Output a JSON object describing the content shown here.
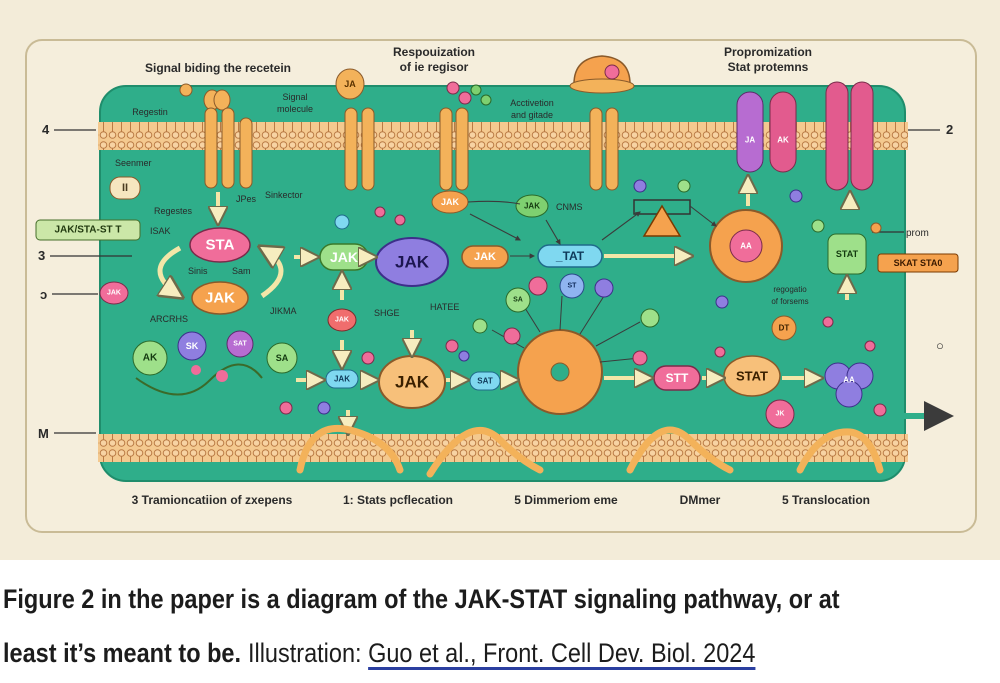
{
  "diagram": {
    "top_labels": {
      "signal_binding": "Signal biding the recetein",
      "respro_line1": "Respouization",
      "respro_line2": "of ie regisor",
      "propro_line1": "Propromization",
      "propro_line2": "Stat protemns",
      "regestin": "Regestin",
      "signal_line1": "Signal",
      "signal_line2": "molecule",
      "acctivation_line1": "Acctivetion",
      "acctivation_line2": "and gitade"
    },
    "side_markers": {
      "left_4": "4",
      "left_3": "3",
      "left_5": "ɔ",
      "left_m": "M",
      "right_2": "2",
      "right_circle": "○"
    },
    "left_labels": {
      "seenmer": "Seenmer",
      "ii": "II",
      "regestes": "Regestes",
      "jak_sta_box": "JAK/STA-ST T",
      "isak": "ISAK",
      "jak_small": "JAK",
      "arcrhs": "ARCRHS",
      "jpes": "JPes",
      "sinkector": "Sinkector",
      "sinis": "Sinis",
      "sam": "Sam",
      "jikma": "JIKMA"
    },
    "nodes": {
      "sta": "STA",
      "jak1": "JAK",
      "jak_pill": "JAK",
      "jak_big": "JAK",
      "jak_orange": "JAK",
      "jak_top": "JAK",
      "jak_green": "JAK",
      "tat": "_TAT",
      "jak_bottom": "JAK",
      "jak_small_mid": "JAK",
      "sat_small": "SAT",
      "stt": "STT",
      "stat": "STAT",
      "ak": "AK",
      "sk": "SK",
      "sat_purple": "SAT",
      "sa": "SA",
      "jak_red_small": "JAK",
      "jak_green_top": "JAK",
      "sa_cluster": "SA",
      "st": "ST",
      "dt": "DT",
      "stat_right": "STAT",
      "aa": "AA",
      "jk": "JK",
      "aa_bottom": "AA"
    },
    "mid_labels": {
      "cnms": "CNMS",
      "shge": "SHGE",
      "hatee": "HATEE",
      "regogatio": "regogatio",
      "of_forsems": "of forsems"
    },
    "right_labels": {
      "prom": "prom",
      "skat_stao": "SKAT STA0"
    },
    "bottom_labels": {
      "step1": "3  Tramioncatiion of zxepens",
      "step2": "1: Stats pcflecation",
      "step3": "5 Dimmeriom eme",
      "step4": "DMmer",
      "step5": "5 Translocation"
    },
    "colors": {
      "page_bg": "#f3ecd9",
      "cell_green": "#2fae8a",
      "membrane": "#f4c98f",
      "membrane_line": "#b97a44",
      "receptor_orange": "#f3b25a",
      "receptor_pink": "#e25b8e",
      "receptor_purple": "#b76cd1",
      "jak_purple": "#8f7ee0",
      "jak_orange": "#f5a24e",
      "jak_green": "#7ed070",
      "stat_pink": "#f06d9a",
      "arrow_yellow": "#f3e6a8"
    }
  },
  "caption": {
    "bold_line1": "Figure 2 in the paper is a diagram of the JAK-STAT signaling pathway, or at",
    "bold_line2": "least it’s meant to be.",
    "credit_label": "Illustration:",
    "credit_link": "Guo et al., Front. Cell Dev. Biol. 2024"
  }
}
